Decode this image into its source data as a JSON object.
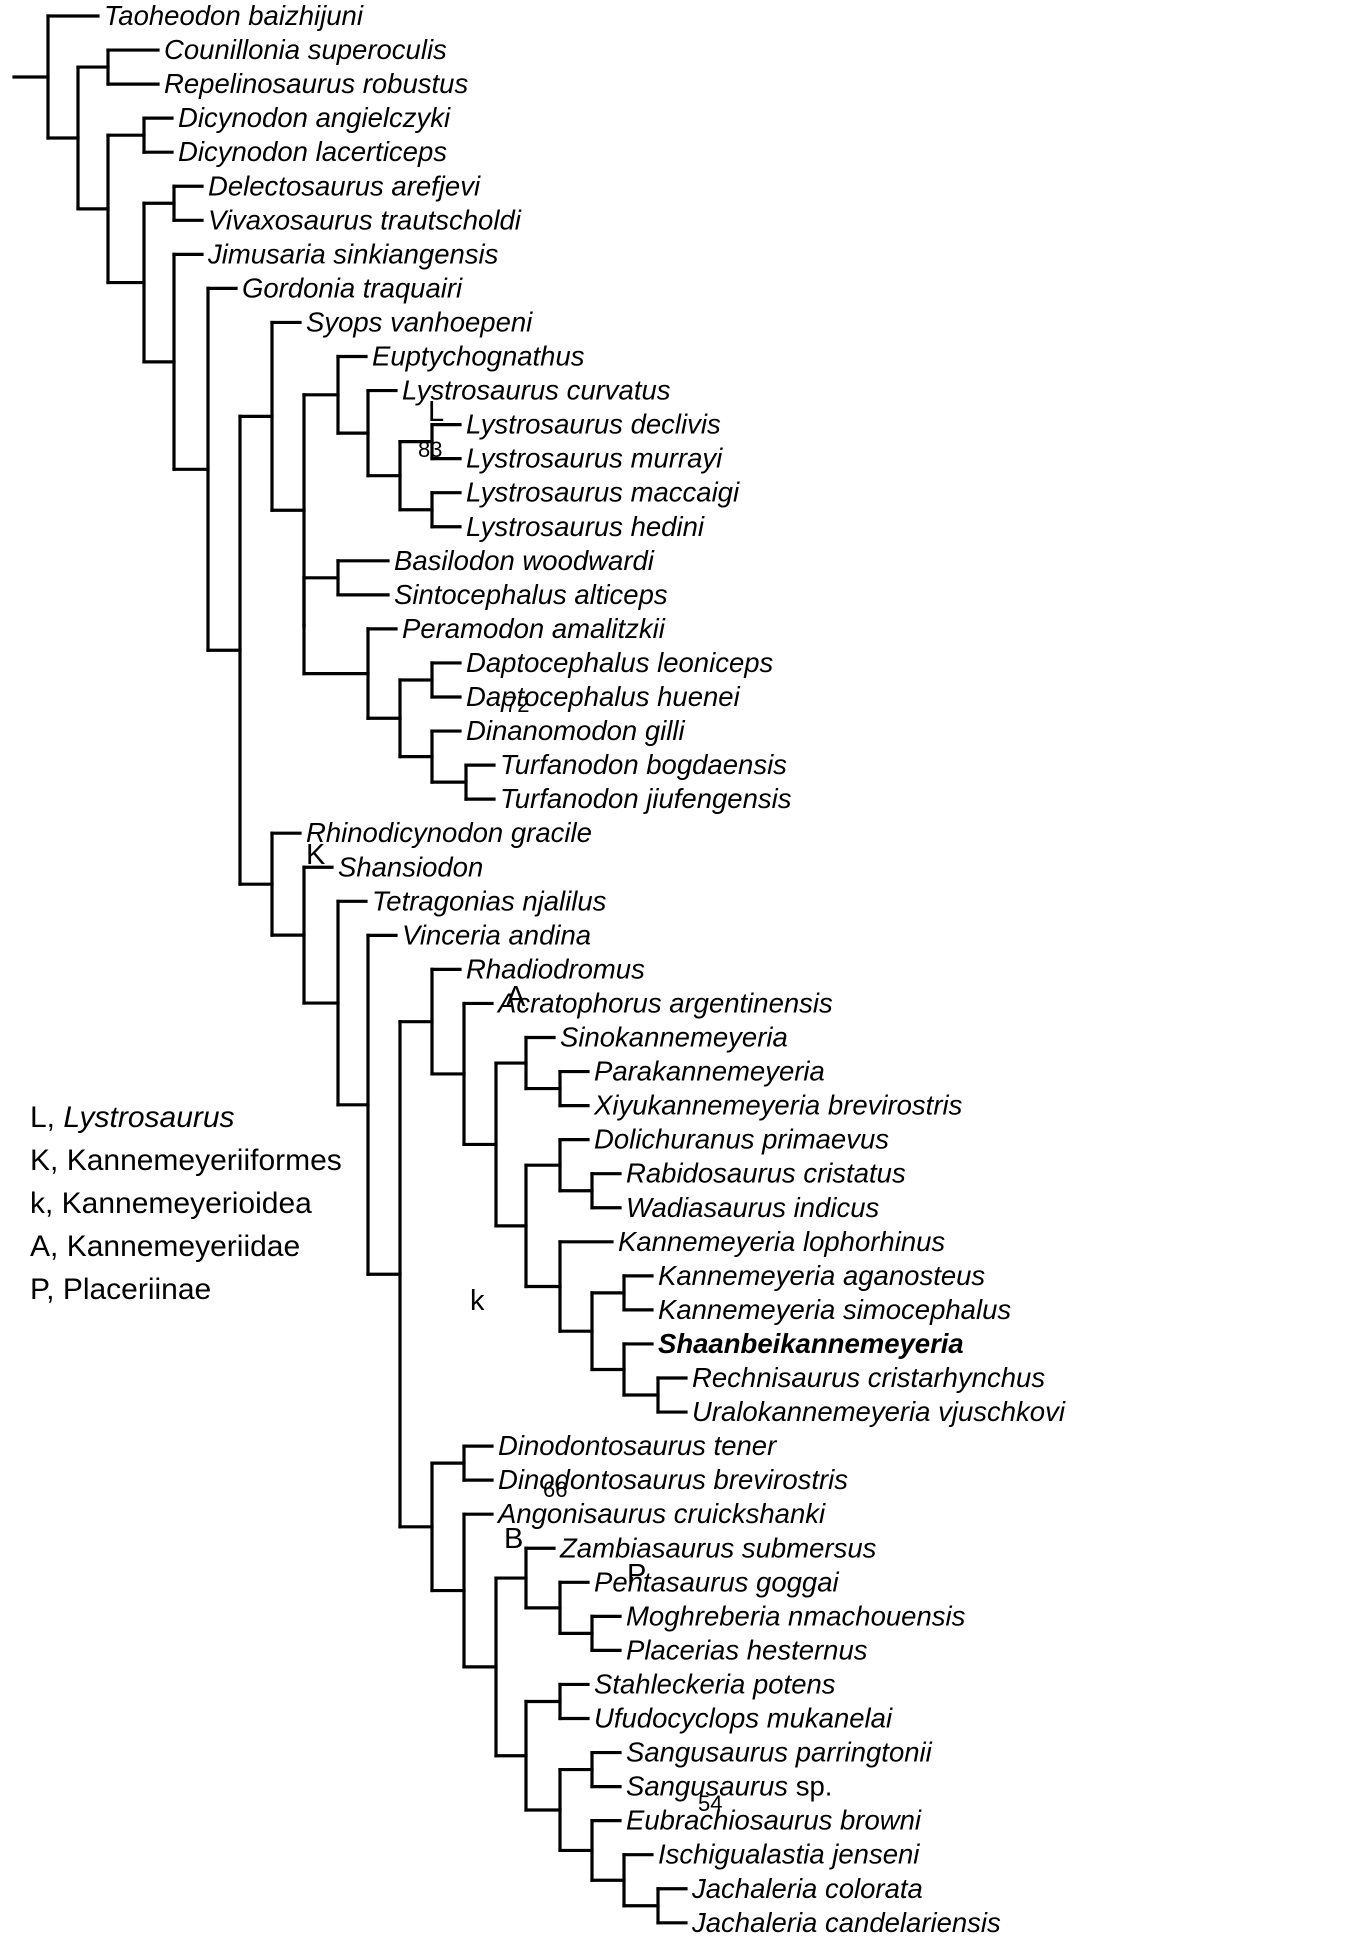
{
  "taxa": [
    {
      "text": "Taohеodon baizhijuni"
    },
    {
      "text": "Counillonia superoculis"
    },
    {
      "text": "Repelinosaurus robustus"
    },
    {
      "text": "Dicynodon angielczyki"
    },
    {
      "text": "Dicynodon lacerticeps"
    },
    {
      "text": "Delectosaurus arefjevi"
    },
    {
      "text": "Vivaxosaurus trautscholdi"
    },
    {
      "text": "Jimusaria sinkiangensis"
    },
    {
      "text": "Gordonia traquairi"
    },
    {
      "text": "Syops vanhoepeni"
    },
    {
      "text": "Euptychognathus"
    },
    {
      "text": "Lystrosaurus curvatus"
    },
    {
      "text": "Lystrosaurus declivis"
    },
    {
      "text": "Lystrosaurus murrayi"
    },
    {
      "text": "Lystrosaurus maccaigi"
    },
    {
      "text": "Lystrosaurus hedini"
    },
    {
      "text": "Basilodon woodwardi"
    },
    {
      "text": "Sintocephalus alticeps"
    },
    {
      "text": "Peramodon amalitzkii"
    },
    {
      "text": "Daptocephalus leoniceps"
    },
    {
      "text": "Daptocephalus huenei"
    },
    {
      "text": "Dinanomodon gilli"
    },
    {
      "text": "Turfanodon bogdaensis"
    },
    {
      "text": "Turfanodon jiufengensis"
    },
    {
      "text": "Rhinodicynodon gracile"
    },
    {
      "text": "Shansiodon"
    },
    {
      "text": "Tetragonias njalilus"
    },
    {
      "text": "Vinceria andina"
    },
    {
      "text": "Rhadiodromus"
    },
    {
      "text": "Acratophorus argentinensis"
    },
    {
      "text": "Sinokannemeyeria"
    },
    {
      "text": "Parakannemeyeria"
    },
    {
      "text": "Xiyukannemeyeria brevirostris"
    },
    {
      "text": "Dolichuranus primaevus"
    },
    {
      "text": "Rabidosaurus cristatus"
    },
    {
      "text": "Wadiasaurus indicus"
    },
    {
      "text": "Kannemeyeria lophorhinus"
    },
    {
      "text": "Kannemeyeria aganosteus"
    },
    {
      "text": "Kannemeyeria simocephalus"
    },
    {
      "text": "Shaanbeikannemeyeria",
      "bold": true
    },
    {
      "text": "Rechnisaurus cristarhynchus"
    },
    {
      "text": "Uralokannemeyeria vjuschkovi"
    },
    {
      "text": "Dinodontosaurus tener"
    },
    {
      "text": "Dinodontosaurus brevirostris"
    },
    {
      "text": "Angonisaurus cruickshanki"
    },
    {
      "text": "Zambiasaurus submersus"
    },
    {
      "text": "Pentasaurus goggai"
    },
    {
      "text": "Moghreberia nmachouensis"
    },
    {
      "text": "Placerias hesternus"
    },
    {
      "text": "Stahleckeria potens"
    },
    {
      "text": "Ufudocyclops mukanelai"
    },
    {
      "text": "Sangusaurus parringtonii"
    },
    {
      "text": "Sangusaurus",
      "suffix": " sp."
    },
    {
      "text": "Eubrachiosaurus browni"
    },
    {
      "text": "Ischigualastia jenseni"
    },
    {
      "text": "Jachaleria colorata"
    },
    {
      "text": "Jachaleria candelariensis"
    }
  ],
  "clade_labels": [
    "L",
    "K",
    "A",
    "k",
    "B",
    "P"
  ],
  "support_values": [
    "83",
    "72",
    "66",
    "54"
  ],
  "legend": [
    {
      "key": "L, ",
      "name": "Lystrosaurus",
      "italic": true
    },
    {
      "key": "K, ",
      "name": "Kannemeyeriiformes",
      "italic": false
    },
    {
      "key": "k, ",
      "name": "Kannemeyerioidea",
      "italic": false
    },
    {
      "key": "A, ",
      "name": "Kannemeyeriidae",
      "italic": false
    },
    {
      "key": "P, ",
      "name": "Placeriinae",
      "italic": false
    }
  ]
}
